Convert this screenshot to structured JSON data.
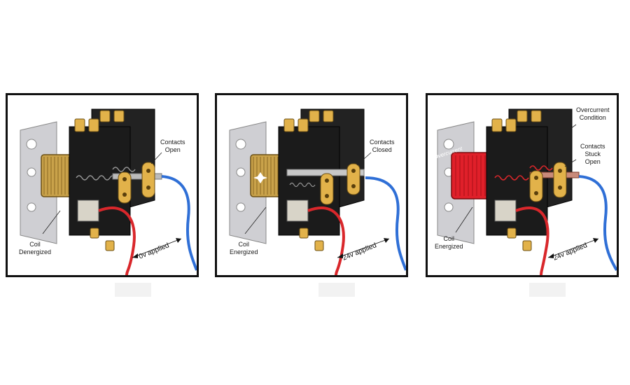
{
  "panels": [
    {
      "state": "contacts-open",
      "contacts_label": [
        "Contacts",
        "Open"
      ],
      "coil_label": [
        "Coil",
        "Denergized"
      ],
      "applied_label": "0v applied",
      "condition_label": [],
      "coil_color": "#c9a24a",
      "show_overcurrent": false
    },
    {
      "state": "contacts-closed",
      "contacts_label": [
        "Contacts",
        "Closed"
      ],
      "coil_label": [
        "Coil",
        "Energized"
      ],
      "applied_label": "24v applied",
      "condition_label": [],
      "coil_color": "#c9a24a",
      "show_overcurrent": false
    },
    {
      "state": "contacts-stuck-open",
      "contacts_label": [
        "Contacts",
        "Stuck",
        "Open"
      ],
      "coil_label": [
        "Coil",
        "Energized"
      ],
      "applied_label": "24v applied",
      "condition_label": [
        "Overcurrent",
        "Condition"
      ],
      "overcurrent_label": "Overcurrent",
      "coil_color": "#e0202a",
      "show_overcurrent": true
    }
  ],
  "colors": {
    "frame": "#111111",
    "brass": "#e2b24a",
    "housing": "#1b1b1b",
    "bracket": "#c8c8cc",
    "wire_red": "#d9272b",
    "wire_blue": "#2f6fd6"
  }
}
